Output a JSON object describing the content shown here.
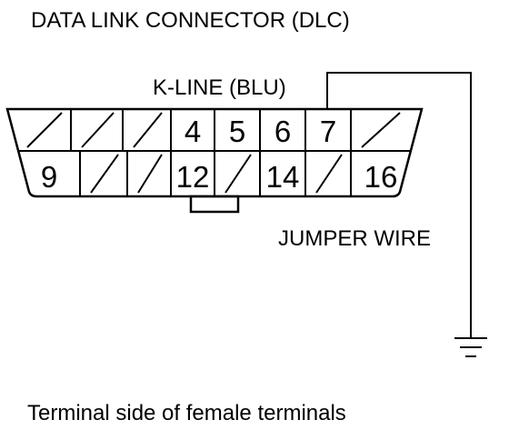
{
  "title": "DATA LINK CONNECTOR (DLC)",
  "k_line_label": "K-LINE (BLU)",
  "jumper_label": "JUMPER WIRE",
  "caption": "Terminal side of female terminals",
  "top_row": [
    {
      "label": "",
      "blank": true
    },
    {
      "label": "",
      "blank": true
    },
    {
      "label": "",
      "blank": true
    },
    {
      "label": "4",
      "blank": false
    },
    {
      "label": "5",
      "blank": false
    },
    {
      "label": "6",
      "blank": false
    },
    {
      "label": "7",
      "blank": false
    },
    {
      "label": "",
      "blank": true
    }
  ],
  "bottom_row": [
    {
      "label": "9",
      "blank": false
    },
    {
      "label": "",
      "blank": true
    },
    {
      "label": "",
      "blank": true
    },
    {
      "label": "12",
      "blank": false
    },
    {
      "label": "",
      "blank": true
    },
    {
      "label": "14",
      "blank": false
    },
    {
      "label": "",
      "blank": true
    },
    {
      "label": "16",
      "blank": false
    }
  ],
  "jumper_from_pin": "7",
  "ground_symbol": "ground-icon"
}
